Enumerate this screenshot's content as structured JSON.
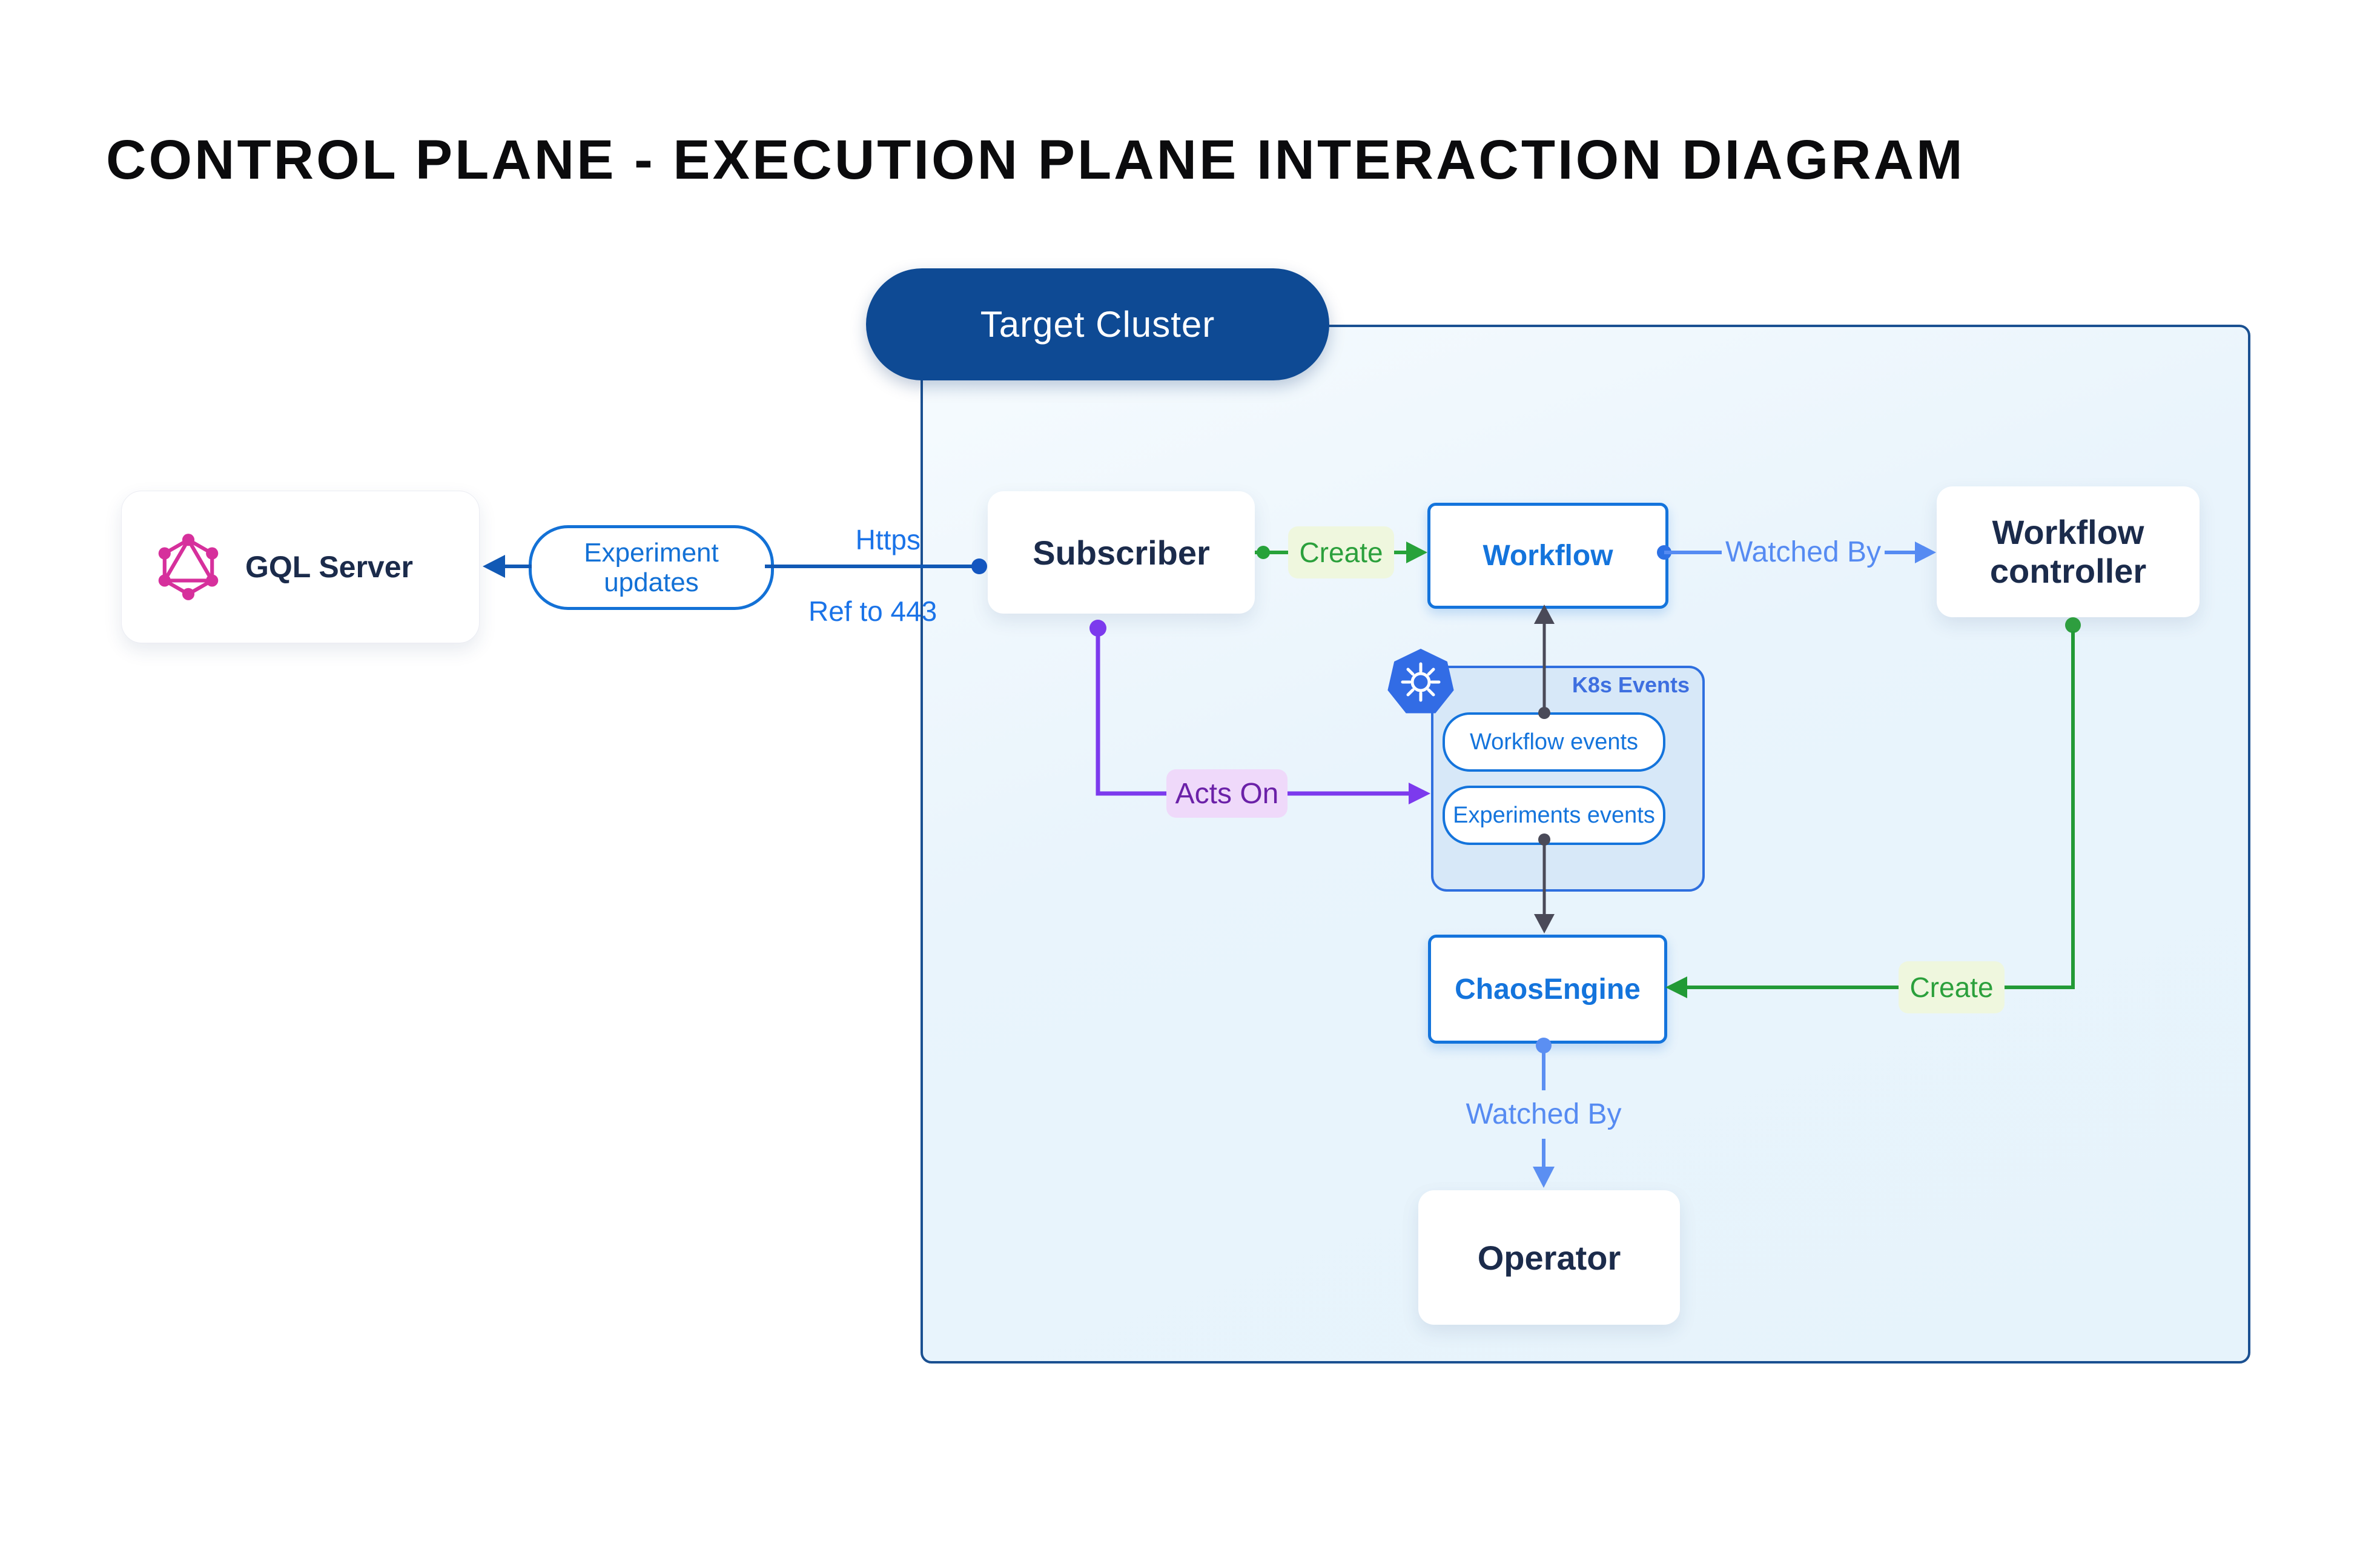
{
  "title": "CONTROL PLANE - EXECUTION PLANE INTERACTION DIAGRAM",
  "target_cluster": {
    "label": "Target Cluster"
  },
  "nodes": {
    "gql_server": "GQL Server",
    "subscriber": "Subscriber",
    "workflow": "Workflow",
    "workflow_controller": "Workflow controller",
    "chaos_engine": "ChaosEngine",
    "operator": "Operator"
  },
  "k8s_group": {
    "label": "K8s Events",
    "workflow_events": "Workflow events",
    "experiments_events": "Experiments events"
  },
  "edge_labels": {
    "experiment_updates": "Experiment updates",
    "https": "Https",
    "ref_to_443": "Ref to 443",
    "create_workflow": "Create",
    "watched_by_controller": "Watched By",
    "acts_on": "Acts On",
    "create_chaos": "Create",
    "watched_by_operator": "Watched By"
  },
  "icons": {
    "graphql": "graphql-logo",
    "kubernetes": "kubernetes-wheel"
  },
  "colors": {
    "cluster_pill_bg": "#0E4A94",
    "cluster_border": "#1A5091",
    "cluster_fill": "#E9F4FC",
    "node_text_navy": "#1B2B4B",
    "blue_node_border": "#1474DC",
    "https_line_blue": "#1159B5",
    "link_blue_light": "#568BF2",
    "green_line": "#27A23A",
    "green_label_bg": "#EFF7DE",
    "green_label_text": "#2BA03C",
    "purple_line": "#7C3AED",
    "purple_label_bg": "#EFD9FA",
    "purple_label_text": "#6B21A8",
    "dark_connector": "#4A4A58",
    "k8s_box_fill": "#D7E8F8",
    "k8s_label_blue": "#3E6FE0",
    "graphql_pink": "#D6309C",
    "kubernetes_blue": "#326CE5"
  }
}
